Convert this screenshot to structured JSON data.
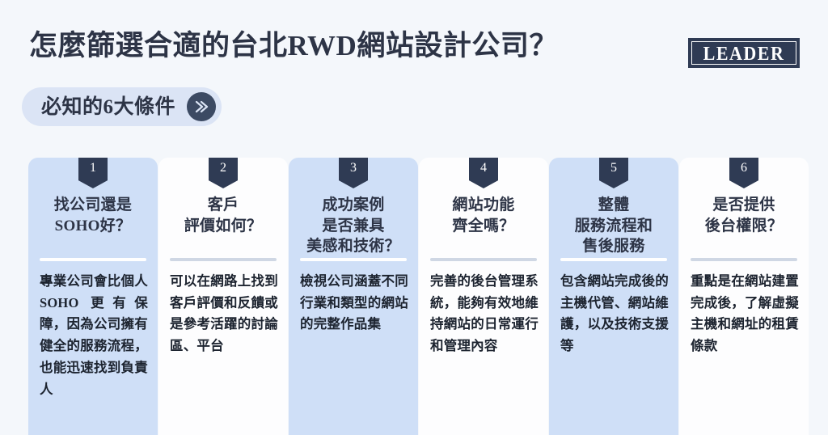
{
  "header": {
    "main_title": "怎麼篩選合適的台北RWD網站設計公司？",
    "logo_text": "LEADER",
    "subtitle": "必知的6大條件",
    "chevron_icon": "double-chevron-right-icon"
  },
  "colors": {
    "background": "#f4f7fb",
    "navy": "#2d3446",
    "badge_navy": "#2f3b54",
    "card_tint": "#cfdff7",
    "card_plain": "#fdfdfe",
    "pill": "#dbe4f5",
    "divider_white": "#ffffff",
    "divider_gray": "#cfd7e4"
  },
  "cards": [
    {
      "number": "1",
      "title": "找公司還是\nSOHO好？",
      "body": "專業公司會比個人 SOHO 更有保障，因為公司擁有健全的服務流程，也能迅速找到負責人",
      "style": "tint"
    },
    {
      "number": "2",
      "title": "客戶\n評價如何？",
      "body": "可以在網路上找到客戶評價和反饋或是參考活躍的討論區、平台",
      "style": "plain"
    },
    {
      "number": "3",
      "title": "成功案例\n是否兼具\n美感和技術？",
      "body": "檢視公司涵蓋不同行業和類型的網站的完整作品集",
      "style": "tint"
    },
    {
      "number": "4",
      "title": "網站功能\n齊全嗎？",
      "body": "完善的後台管理系統，能夠有效地維持網站的日常運行和管理內容",
      "style": "plain"
    },
    {
      "number": "5",
      "title": "整體\n服務流程和\n售後服務",
      "body": "包含網站完成後的主機代管、網站維護，以及技術支援等",
      "style": "tint"
    },
    {
      "number": "6",
      "title": "是否提供\n後台權限？",
      "body": "重點是在網站建置完成後，了解虛擬主機和網址的租賃條款",
      "style": "plain"
    }
  ]
}
